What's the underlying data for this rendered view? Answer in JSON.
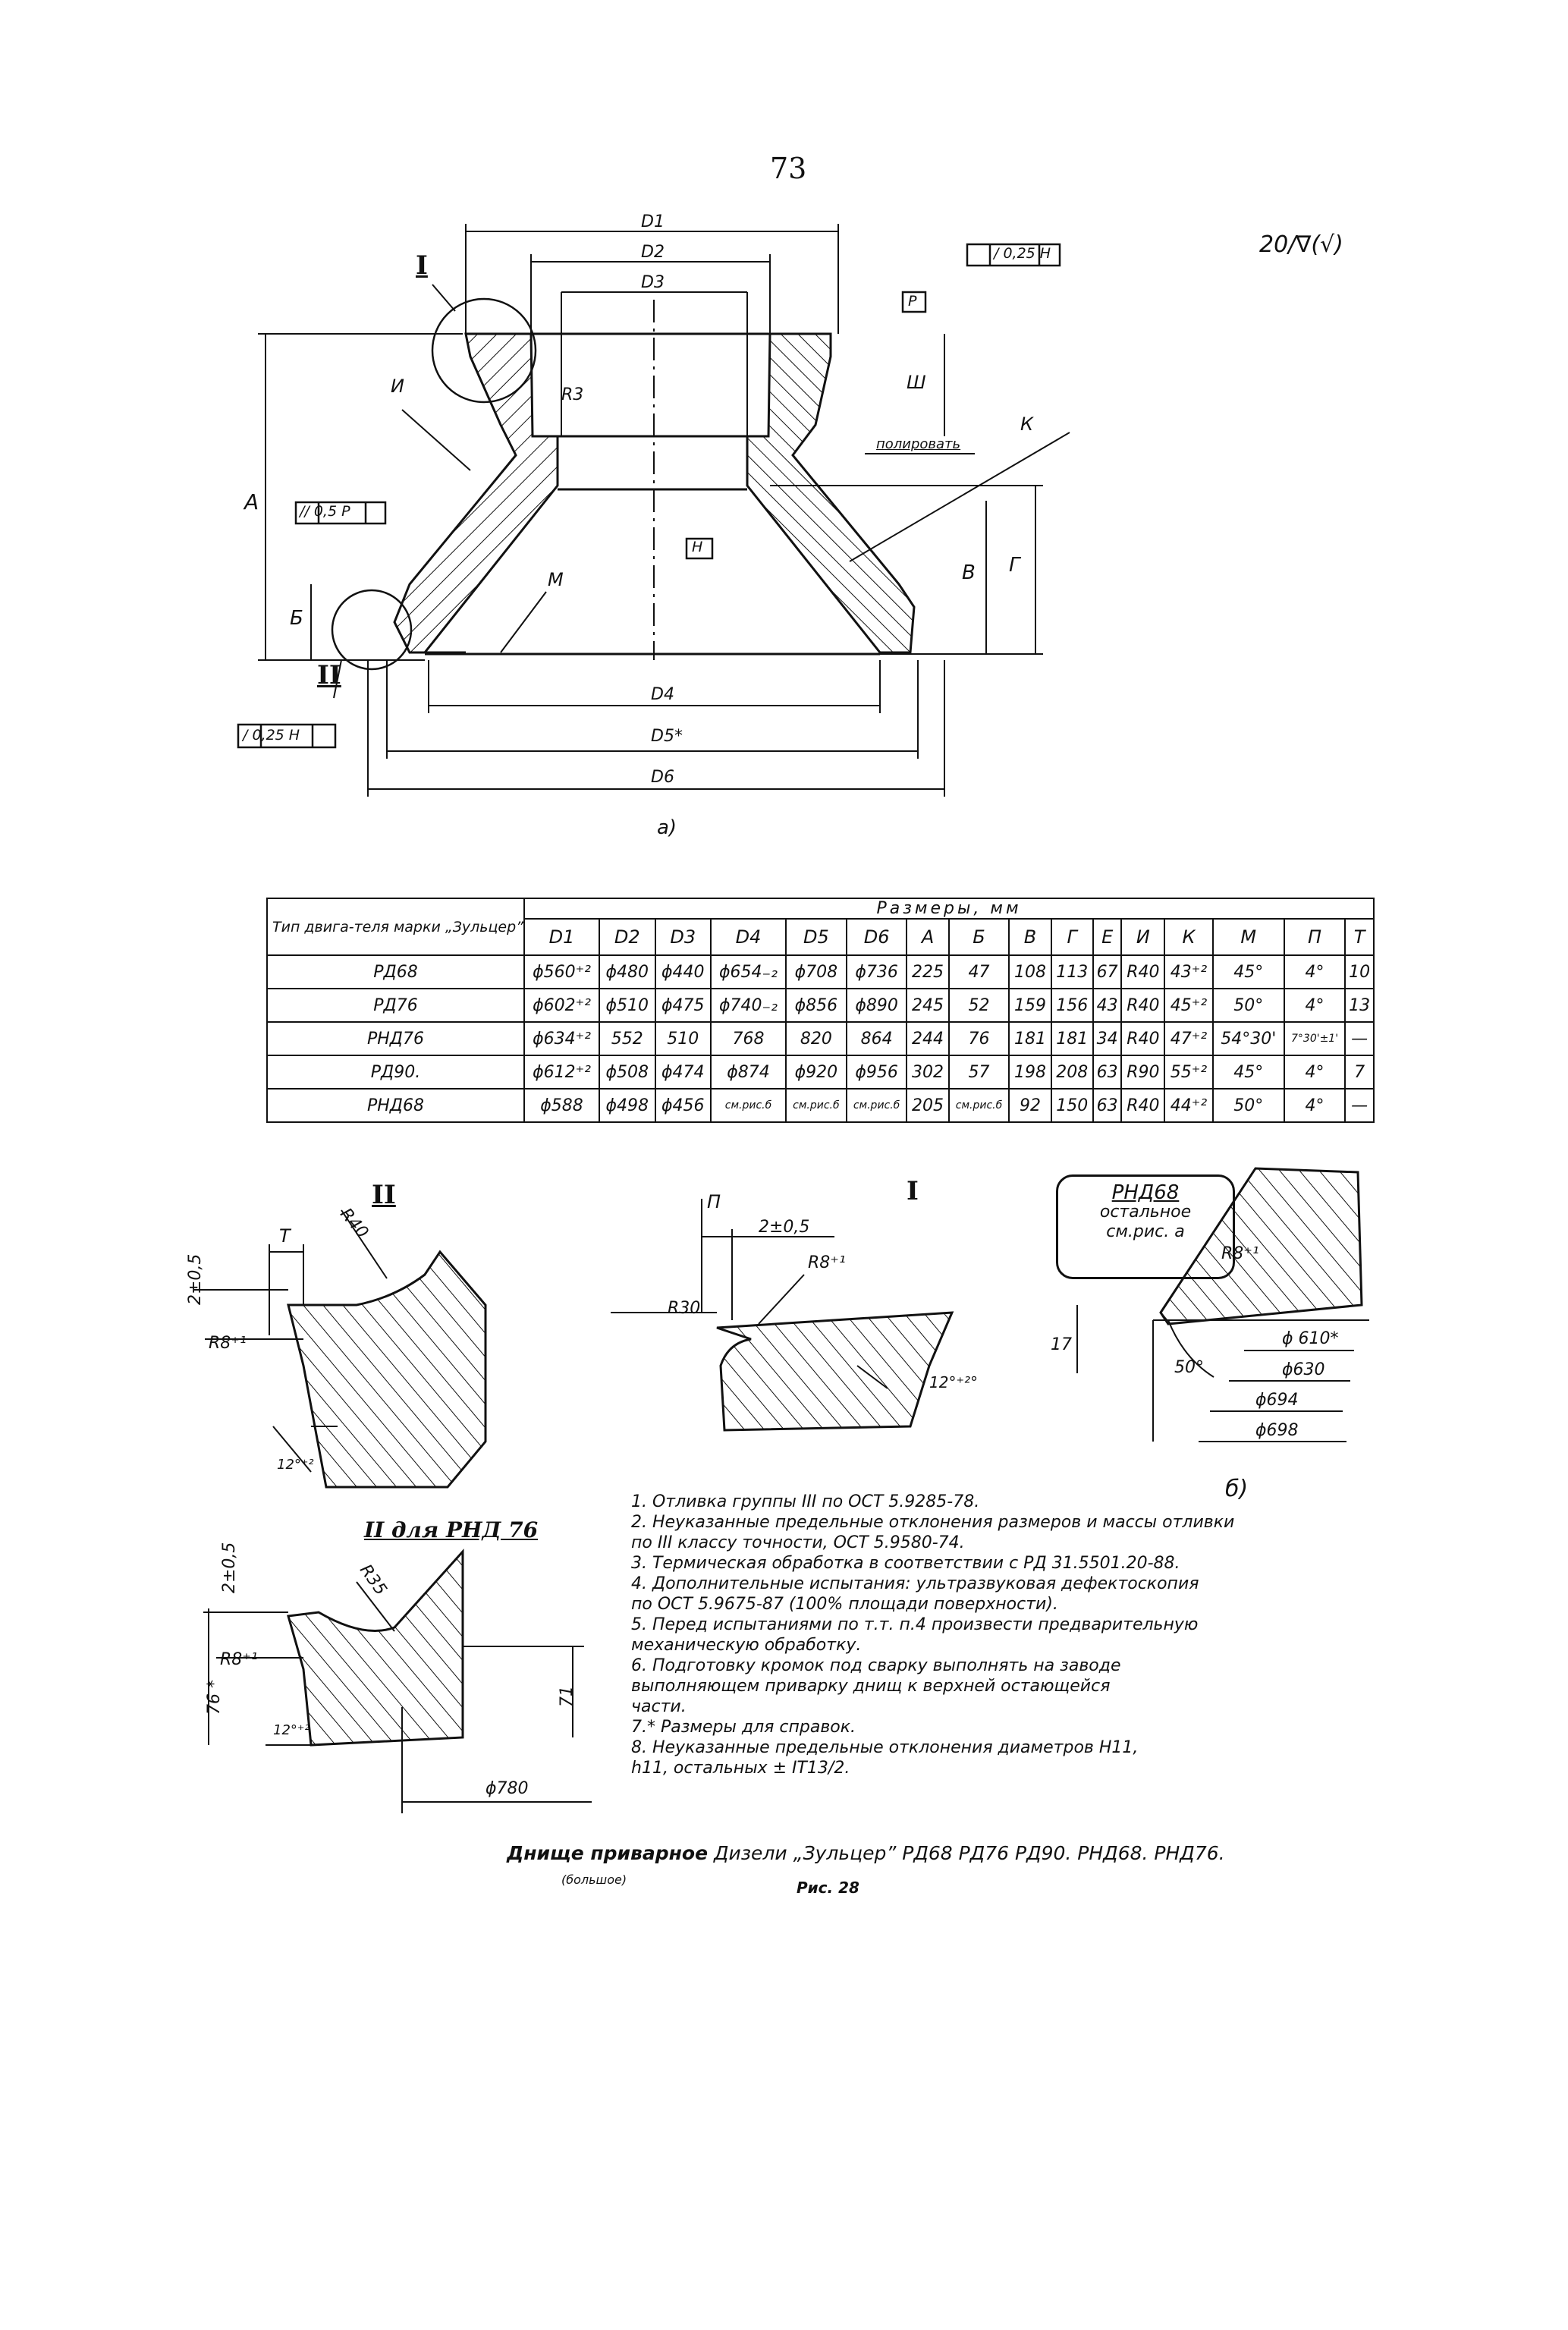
{
  "page_number": "73",
  "roughness": "20/∇(√)",
  "view_a": {
    "label": "а)",
    "dims": [
      "D1",
      "D2",
      "D3",
      "D4",
      "D5*",
      "D6",
      "A",
      "Б",
      "В",
      "Г",
      "Ш",
      "И",
      "К",
      "М",
      "R3"
    ],
    "tolerances": [
      "/ 0,25 H",
      "// 0,5 P",
      "/ 0,25 H"
    ],
    "datums": [
      "P",
      "H"
    ],
    "polish_note": "полировать",
    "roman_I": "I",
    "roman_II": "II"
  },
  "table": {
    "header_type": "Тип двига-теля марки „Зульцер”",
    "header_sizes": "Размеры, мм",
    "columns": [
      "D1",
      "D2",
      "D3",
      "D4",
      "D5",
      "D6",
      "А",
      "Б",
      "В",
      "Г",
      "Е",
      "И",
      "К",
      "М",
      "П",
      "Т"
    ],
    "rows": [
      {
        "type": "РД68",
        "cells": [
          "ϕ560⁺²",
          "ϕ480",
          "ϕ440",
          "ϕ654₋₂",
          "ϕ708",
          "ϕ736",
          "225",
          "47",
          "108",
          "113",
          "67",
          "R40",
          "43⁺²",
          "45°",
          "4°",
          "10"
        ]
      },
      {
        "type": "РД76",
        "cells": [
          "ϕ602⁺²",
          "ϕ510",
          "ϕ475",
          "ϕ740₋₂",
          "ϕ856",
          "ϕ890",
          "245",
          "52",
          "159",
          "156",
          "43",
          "R40",
          "45⁺²",
          "50°",
          "4°",
          "13"
        ]
      },
      {
        "type": "РНД76",
        "cells": [
          "ϕ634⁺²",
          "552",
          "510",
          "768",
          "820",
          "864",
          "244",
          "76",
          "181",
          "181",
          "34",
          "R40",
          "47⁺²",
          "54°30'",
          "7°30'±1'",
          "—"
        ]
      },
      {
        "type": "РД90.",
        "cells": [
          "ϕ612⁺²",
          "ϕ508",
          "ϕ474",
          "ϕ874",
          "ϕ920",
          "ϕ956",
          "302",
          "57",
          "198",
          "208",
          "63",
          "R90",
          "55⁺²",
          "45°",
          "4°",
          "7"
        ]
      },
      {
        "type": "РНД68",
        "cells": [
          "ϕ588",
          "ϕ498",
          "ϕ456",
          "см.рис.б",
          "см.рис.б",
          "см.рис.б",
          "205",
          "см.рис.б",
          "92",
          "150",
          "63",
          "R40",
          "44⁺²",
          "50°",
          "4°",
          "—"
        ]
      }
    ]
  },
  "detail_II": {
    "title": "II",
    "dims": [
      "2±0,5",
      "T",
      "R40",
      "R8⁺¹",
      "12°⁺²"
    ]
  },
  "detail_I": {
    "title": "I",
    "dims": [
      "П",
      "2±0,5",
      "R8⁺¹",
      "R30",
      "12°⁺²°"
    ]
  },
  "detail_b": {
    "box_title": "РНД68",
    "box_text": [
      "остальное",
      "см.рис. а"
    ],
    "dims": [
      "R8⁺¹",
      "17",
      "50°",
      "ϕ 610*",
      "ϕ630",
      "ϕ694",
      "ϕ698"
    ],
    "label": "б)"
  },
  "detail_II_rnd": {
    "title": "II для РНД 76",
    "dims": [
      "2±0,5",
      "R35",
      "R8⁺¹",
      "76 *",
      "71",
      "12°⁺²",
      "ϕ780"
    ]
  },
  "notes": [
    "1. Отливка группы III по ОСТ 5.9285-78.",
    "2. Неуказанные предельные отклонения размеров и массы отливки",
    "по III классу точности, ОСТ 5.9580-74.",
    "3. Термическая обработка в соответствии с РД 31.5501.20-88.",
    "4. Дополнительные испытания: ультразвуковая дефектоскопия",
    "по ОСТ 5.9675-87 (100% площади поверхности).",
    "5. Перед испытаниями по т.т. п.4 произвести предварительную",
    "механическую обработку.",
    "6. Подготовку кромок под сварку выполнять на заводе",
    "выполняющем приварку днищ к верхней остающейся",
    "части.",
    "7.* Размеры для справок.",
    "8. Неуказанные предельные отклонения диаметров H11,",
    "h11, остальных ± IT13/2."
  ],
  "caption": {
    "title": "Днище приварное",
    "text": "Дизели „Зульцер” РД68 РД76 РД90. РНД68. РНД76.",
    "sub": "(большое)",
    "figure": "Рис. 28"
  }
}
